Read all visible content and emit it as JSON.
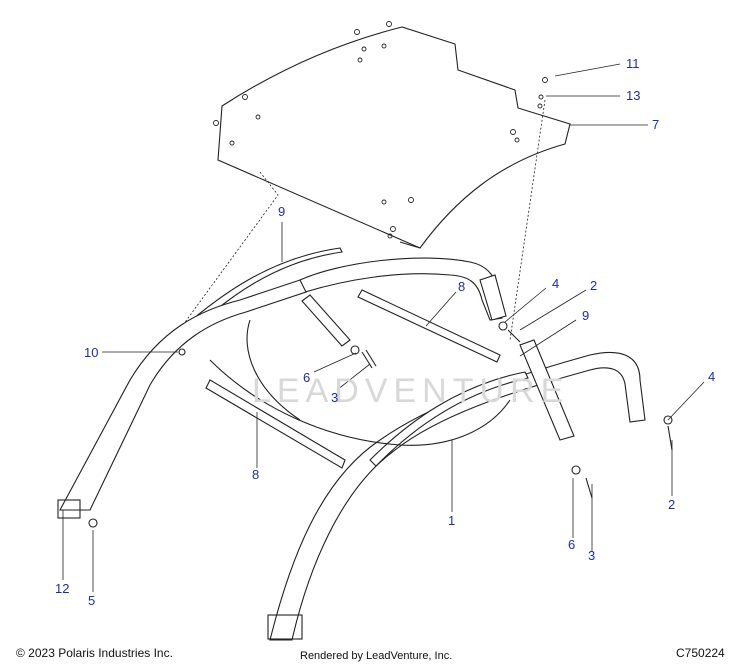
{
  "callouts": [
    {
      "id": "c-11",
      "text": "11"
    },
    {
      "id": "c-13",
      "text": "13"
    },
    {
      "id": "c-7",
      "text": "7"
    },
    {
      "id": "c-9-left",
      "text": "9"
    },
    {
      "id": "c-8-top",
      "text": "8"
    },
    {
      "id": "c-4-mid",
      "text": "4"
    },
    {
      "id": "c-2-mid",
      "text": "2"
    },
    {
      "id": "c-9-right",
      "text": "9"
    },
    {
      "id": "c-10",
      "text": "10"
    },
    {
      "id": "c-6-mid",
      "text": "6"
    },
    {
      "id": "c-3-mid",
      "text": "3"
    },
    {
      "id": "c-4-right",
      "text": "4"
    },
    {
      "id": "c-8-bottom",
      "text": "8"
    },
    {
      "id": "c-1",
      "text": "1"
    },
    {
      "id": "c-2-right",
      "text": "2"
    },
    {
      "id": "c-6-bottom",
      "text": "6"
    },
    {
      "id": "c-3-bottom",
      "text": "3"
    },
    {
      "id": "c-12",
      "text": "12"
    },
    {
      "id": "c-5",
      "text": "5"
    }
  ],
  "footer": {
    "copyright": "© 2023 Polaris Industries Inc.",
    "rendered_by": "Rendered by LeadVenture, Inc.",
    "diagram_code": "C750224"
  },
  "watermark": "LEADVENTURE",
  "colors": {
    "callout": "#1a2fb0",
    "line": "#222222"
  }
}
